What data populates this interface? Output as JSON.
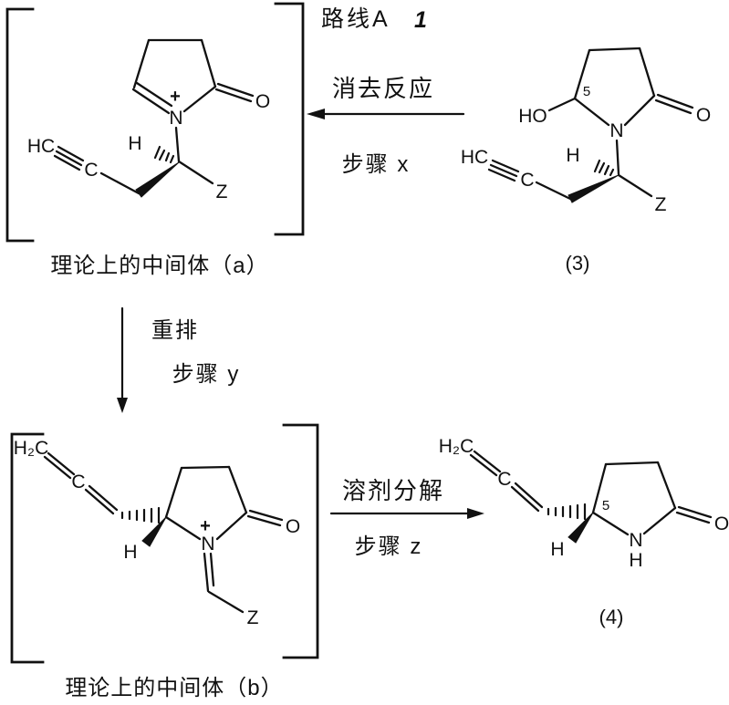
{
  "route": {
    "label": "路线A",
    "number": "1"
  },
  "arrows": {
    "elimination": {
      "top": "消去反应",
      "bottom": "步骤 x"
    },
    "rearrangement": {
      "top": "重排",
      "bottom": "步骤 y"
    },
    "solvolysis": {
      "top": "溶剂分解",
      "bottom": "步骤 z"
    }
  },
  "structures": {
    "a": {
      "caption": "理论上的中间体（a）",
      "atoms": {
        "plus": "+",
        "N": "N",
        "O": "O",
        "H": "H",
        "HC": "HC",
        "C": "C",
        "Z": "Z"
      }
    },
    "c3": {
      "caption": "(3)",
      "atoms": {
        "HO": "HO",
        "pos5": "5",
        "N": "N",
        "O": "O",
        "H": "H",
        "HC": "HC",
        "C": "C",
        "Z": "Z"
      }
    },
    "b": {
      "caption": "理论上的中间体（b）",
      "atoms": {
        "H2C": "H₂C",
        "C": "C",
        "H": "H",
        "plus": "+",
        "N": "N",
        "O": "O",
        "Z": "Z"
      }
    },
    "c4": {
      "caption": "(4)",
      "atoms": {
        "H2C": "H₂C",
        "C": "C",
        "H": "H",
        "pos5": "5",
        "N": "N",
        "NH": "H",
        "O": "O"
      }
    }
  },
  "colors": {
    "ink": "#111111",
    "paper": "#ffffff"
  }
}
